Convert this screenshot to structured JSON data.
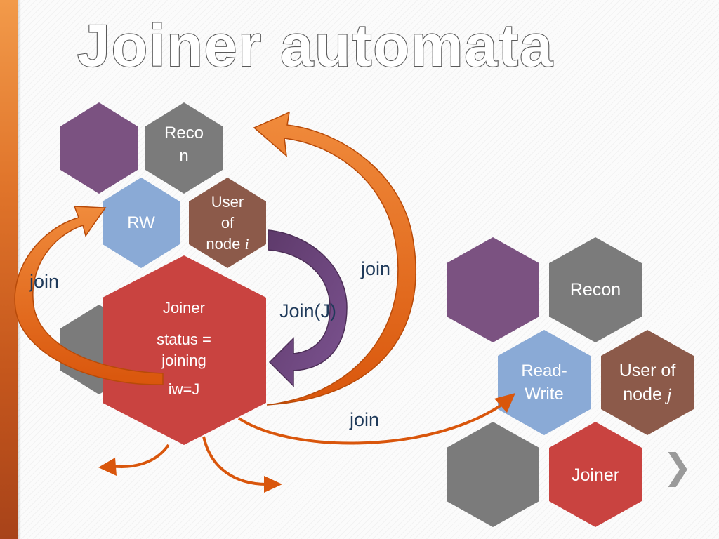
{
  "title": "Joiner automata",
  "node_i": {
    "recon_line1": "Reco",
    "recon_line2": "n",
    "rw": "RW",
    "user_line1": "User",
    "user_line2": "of",
    "user_line3_text": "node ",
    "user_line3_var": "i",
    "joiner_title": "Joiner",
    "status_line1": "status =",
    "status_line2": "joining",
    "iw": "iw=J"
  },
  "node_j": {
    "recon": "Recon",
    "rw_line1": "Read-",
    "rw_line2": "Write",
    "user_line1": "User of",
    "user_line2_text": "node ",
    "user_line2_var": "j",
    "joiner": "Joiner"
  },
  "labels": {
    "join_left": "join",
    "join_top": "join",
    "join_J": "Join(J)",
    "join_bottom": "join"
  },
  "nav": {
    "next": "❯"
  },
  "colors": {
    "purple": "#7b5281",
    "gray": "#7b7b7b",
    "blue": "#8aaad6",
    "brown": "#8c5a4a",
    "red": "#c94340",
    "orange": "#e8660f",
    "arrow_purple": "#6b4677",
    "text_blue": "#1f3a5a"
  }
}
